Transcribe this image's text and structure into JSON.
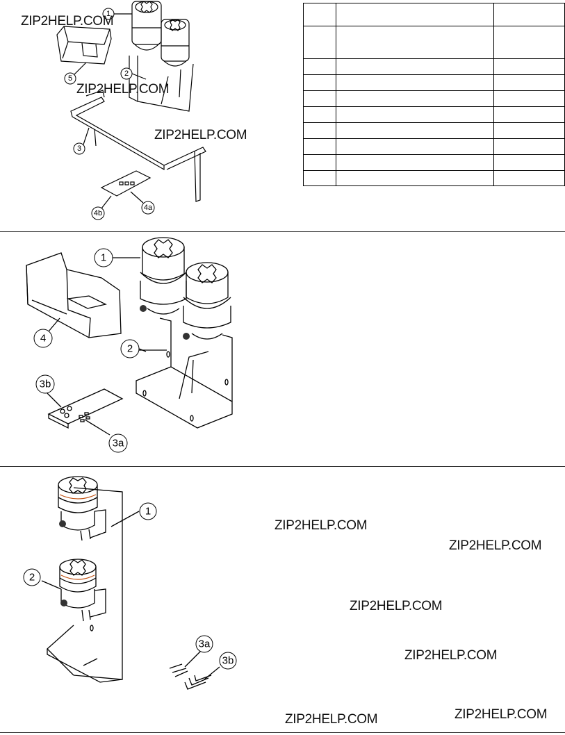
{
  "watermarks": [
    "ZIP2HELP.COM",
    "ZIP2HELP.COM",
    "ZIP2HELP.COM",
    "ZIP2HELP.COM",
    "ZIP2HELP.COM",
    "ZIP2HELP.COM",
    "ZIP2HELP.COM",
    "ZIP2HELP.COM",
    "ZIP2HELP.COM"
  ],
  "section1": {
    "callouts": [
      "1",
      "2",
      "3",
      "5",
      "4a",
      "4b"
    ]
  },
  "parts_table": {
    "header": [
      "",
      "",
      ""
    ],
    "rows": [
      [
        "",
        "",
        ""
      ],
      [
        "",
        "",
        ""
      ],
      [
        "",
        "",
        ""
      ],
      [
        "",
        "",
        ""
      ],
      [
        "",
        "",
        ""
      ],
      [
        "",
        "",
        ""
      ],
      [
        "",
        "",
        ""
      ],
      [
        "",
        "",
        ""
      ],
      [
        "",
        "",
        ""
      ]
    ]
  },
  "section2": {
    "callouts": [
      "1",
      "2",
      "4",
      "3b",
      "3a"
    ]
  },
  "section3": {
    "callouts": [
      "1",
      "2",
      "3a",
      "3b"
    ]
  }
}
